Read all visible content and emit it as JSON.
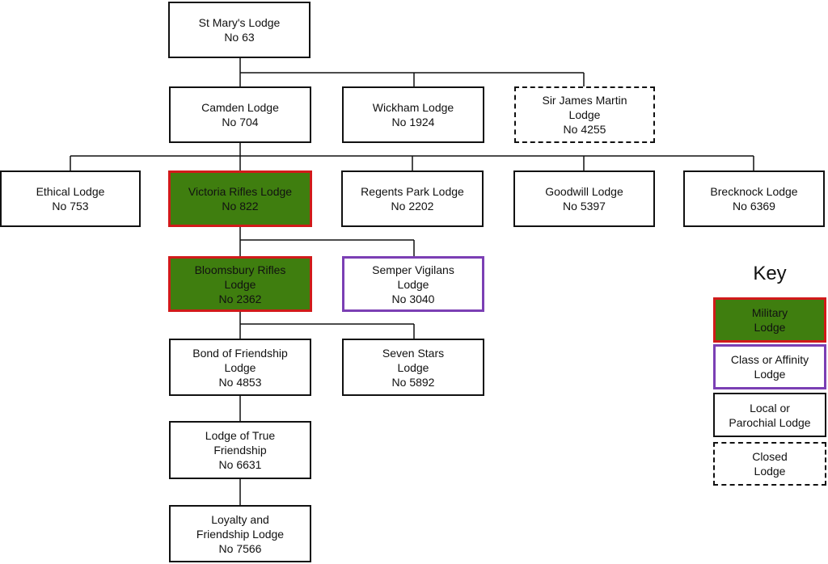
{
  "nodes": {
    "st_marys": [
      "St Mary's Lodge",
      "No 63"
    ],
    "camden": [
      "Camden Lodge",
      "No 704"
    ],
    "wickham": [
      "Wickham Lodge",
      "No 1924"
    ],
    "sir_james_martin": [
      "Sir James Martin",
      "Lodge",
      "No 4255"
    ],
    "ethical": [
      "Ethical Lodge",
      "No 753"
    ],
    "victoria_rifles": [
      "Victoria Rifles Lodge",
      "No 822"
    ],
    "regents_park": [
      "Regents Park Lodge",
      "No 2202"
    ],
    "goodwill": [
      "Goodwill Lodge",
      "No 5397"
    ],
    "brecknock": [
      "Brecknock Lodge",
      "No 6369"
    ],
    "bloomsbury_rifles": [
      "Bloomsbury Rifles",
      "Lodge",
      "No 2362"
    ],
    "semper_vigilans": [
      "Semper Vigilans",
      "Lodge",
      "No 3040"
    ],
    "bond_of_friendship": [
      "Bond of Friendship",
      "Lodge",
      "No 4853"
    ],
    "seven_stars": [
      "Seven Stars",
      "Lodge",
      "No 5892"
    ],
    "true_friendship": [
      "Lodge of True",
      "Friendship",
      "No 6631"
    ],
    "loyalty_friendship": [
      "Loyalty and",
      "Friendship Lodge",
      "No 7566"
    ]
  },
  "key": {
    "title": "Key",
    "military": [
      "Military",
      "Lodge"
    ],
    "class_affinity": [
      "Class or Affinity",
      "Lodge"
    ],
    "local_parochial": [
      "Local or",
      "Parochial Lodge"
    ],
    "closed": [
      "Closed",
      "Lodge"
    ]
  },
  "colors": {
    "military_fill": "#3f7e0f",
    "military_border": "#d11a1a",
    "class_affinity_border": "#7b3fb4",
    "local_border": "#111111"
  }
}
